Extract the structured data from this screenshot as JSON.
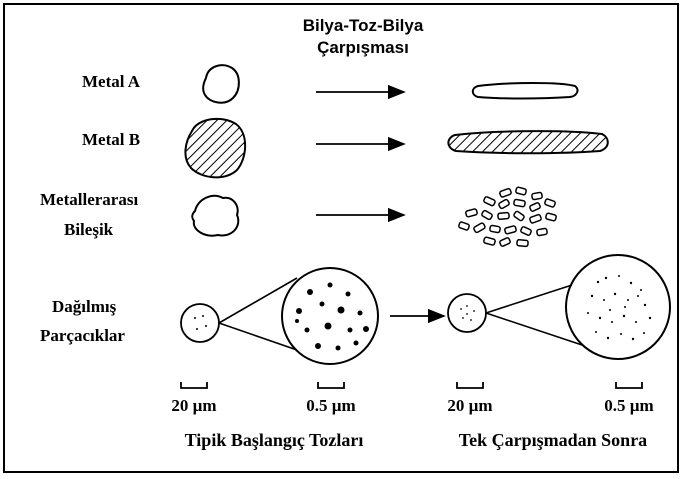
{
  "header": {
    "line1": "Bilya-Toz-Bilya",
    "line2": "Çarpışması"
  },
  "rows": {
    "metal_a": "Metal A",
    "metal_b": "Metal B",
    "intermetallic_line1": "Metallerarası",
    "intermetallic_line2": "Bileşik",
    "dispersed_line1": "Dağılmış",
    "dispersed_line2": "Parçacıklar"
  },
  "scales": {
    "s1": "20 µm",
    "s2": "0.5 µm",
    "s3": "20 µm",
    "s4": "0.5 µm"
  },
  "captions": {
    "left": "Tipik Başlangıç Tozları",
    "right": "Tek Çarpışmadan Sonra"
  }
}
